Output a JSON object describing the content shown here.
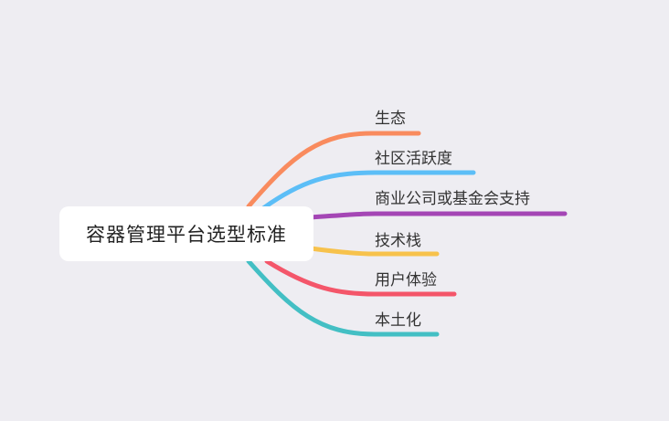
{
  "root": {
    "label": "容器管理平台选型标准"
  },
  "branches": [
    {
      "label": "生态",
      "color": "#f98b5e"
    },
    {
      "label": "社区活跃度",
      "color": "#5cbef7"
    },
    {
      "label": "商业公司或基金会支持",
      "color": "#a446b5"
    },
    {
      "label": "技术栈",
      "color": "#f7c24c"
    },
    {
      "label": "用户体验",
      "color": "#f4566a"
    },
    {
      "label": "本土化",
      "color": "#43bfc4"
    }
  ]
}
